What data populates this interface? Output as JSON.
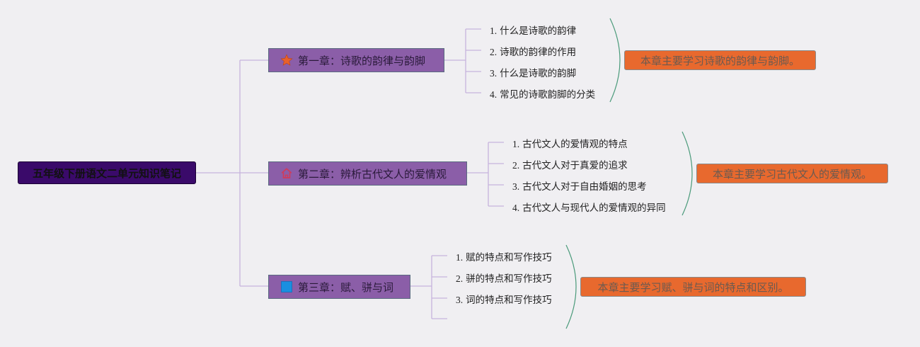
{
  "root": {
    "label": "五年级下册语文二单元知识笔记"
  },
  "chapters": [
    {
      "label": "第一章：诗歌的韵律与韵脚",
      "icon": "star-icon",
      "topics": [
        {
          "num": "1.",
          "text": "什么是诗歌的韵律"
        },
        {
          "num": "2.",
          "text": "诗歌的韵律的作用"
        },
        {
          "num": "3.",
          "text": "什么是诗歌的韵脚"
        },
        {
          "num": "4.",
          "text": "常见的诗歌韵脚的分类"
        }
      ],
      "summary": "本章主要学习诗歌的韵律与韵脚。"
    },
    {
      "label": "第二章：辨析古代文人的爱情观",
      "icon": "home-icon",
      "topics": [
        {
          "num": "1.",
          "text": "古代文人的爱情观的特点"
        },
        {
          "num": "2.",
          "text": "古代文人对于真爱的追求"
        },
        {
          "num": "3.",
          "text": "古代文人对于自由婚姻的思考"
        },
        {
          "num": "4.",
          "text": "古代文人与现代人的爱情观的异同"
        }
      ],
      "summary": "本章主要学习古代文人的爱情观。"
    },
    {
      "label": "第三章：赋、骈与词",
      "icon": "blue-square-icon",
      "topics": [
        {
          "num": "1.",
          "text": "赋的特点和写作技巧"
        },
        {
          "num": "2.",
          "text": "骈的特点和写作技巧"
        },
        {
          "num": "3.",
          "text": "词的特点和写作技巧"
        }
      ],
      "summary": "本章主要学习赋、骈与词的特点和区别。"
    }
  ],
  "colors": {
    "background": "#f0eff2",
    "root_fill": "#3a0a6a",
    "chapter_fill": "#8b5ea8",
    "summary_fill": "#e8692e",
    "connector": "#c7b3dd",
    "brace": "#4a9a7a"
  }
}
